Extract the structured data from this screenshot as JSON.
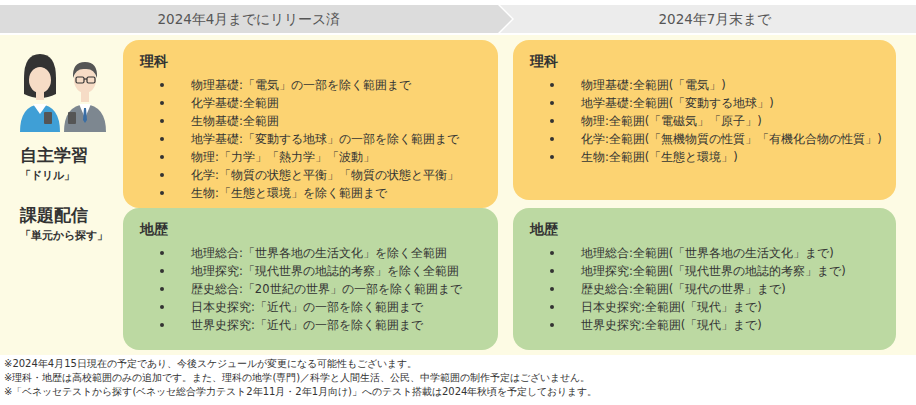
{
  "diagram": {
    "nodes": [
      {
        "text": [
          "2024年4月までにリリース済"
        ]
      },
      {
        "text": [
          "2024年7月末まで"
        ]
      },
      {
        "text": [
          "理科",
          "物理基礎:「電気」の一部を除く範囲まで",
          "化学基礎:全範囲",
          "生物基礎:全範囲",
          "地学基礎:「変動する地球」の一部を除く範囲まで",
          "物理:「力学」「熱力学」「波動」",
          "化学:「物質の状態と平衡」「物質の状態と平衡」",
          "生物:「生態と環境」を除く範囲まで"
        ]
      },
      {
        "text": [
          "理科",
          "物理基礎:全範囲(「電気」)",
          "地学基礎:全範囲(「変動する地球」)",
          "物理:全範囲(「電磁気」「原子」)",
          "化学:全範囲(「無機物質の性質」「有機化合物の性質」)",
          "生物:全範囲(「生態と環境」)"
        ]
      },
      {
        "text": [
          "地歴",
          "地理総合:「世界各地の生活文化」を除く全範囲",
          "地理探究:「現代世界の地誌的考察」を除く全範囲",
          "歴史総合:「20世紀の世界」の一部を除く範囲まで",
          "日本史探究:「近代」の一部を除く範囲まで",
          "世界史探究:「近代」の一部を除く範囲まで"
        ]
      },
      {
        "text": [
          "地歴",
          "地理総合:全範囲(「世界各地の生活文化」まで)",
          "地理探究:全範囲(「現代世界の地誌的考察」まで)",
          "歴史総合:全範囲(「現代の世界」まで)",
          "日本史探究:全範囲(「現代」まで)",
          "世界史探究:全範囲(「現代」まで)"
        ]
      }
    ],
    "labels": [
      "自主学習",
      "「ドリル」",
      "課題配信",
      "「単元から探す」",
      "※2024年4月15日現在の予定であり、今後スケジュールが変更になる可能性もございます。",
      "※理科・地歴は高校範囲のみの追加です。また、理科の地学(専門)／科学と人間生活、公民、中学範囲の制作予定はございません。",
      "※「ベネッセテストから探す(ベネッセ総合学力テスト2年11月・2年1月向け)」へのテスト搭載は2024年秋頃を予定しております。"
    ]
  }
}
